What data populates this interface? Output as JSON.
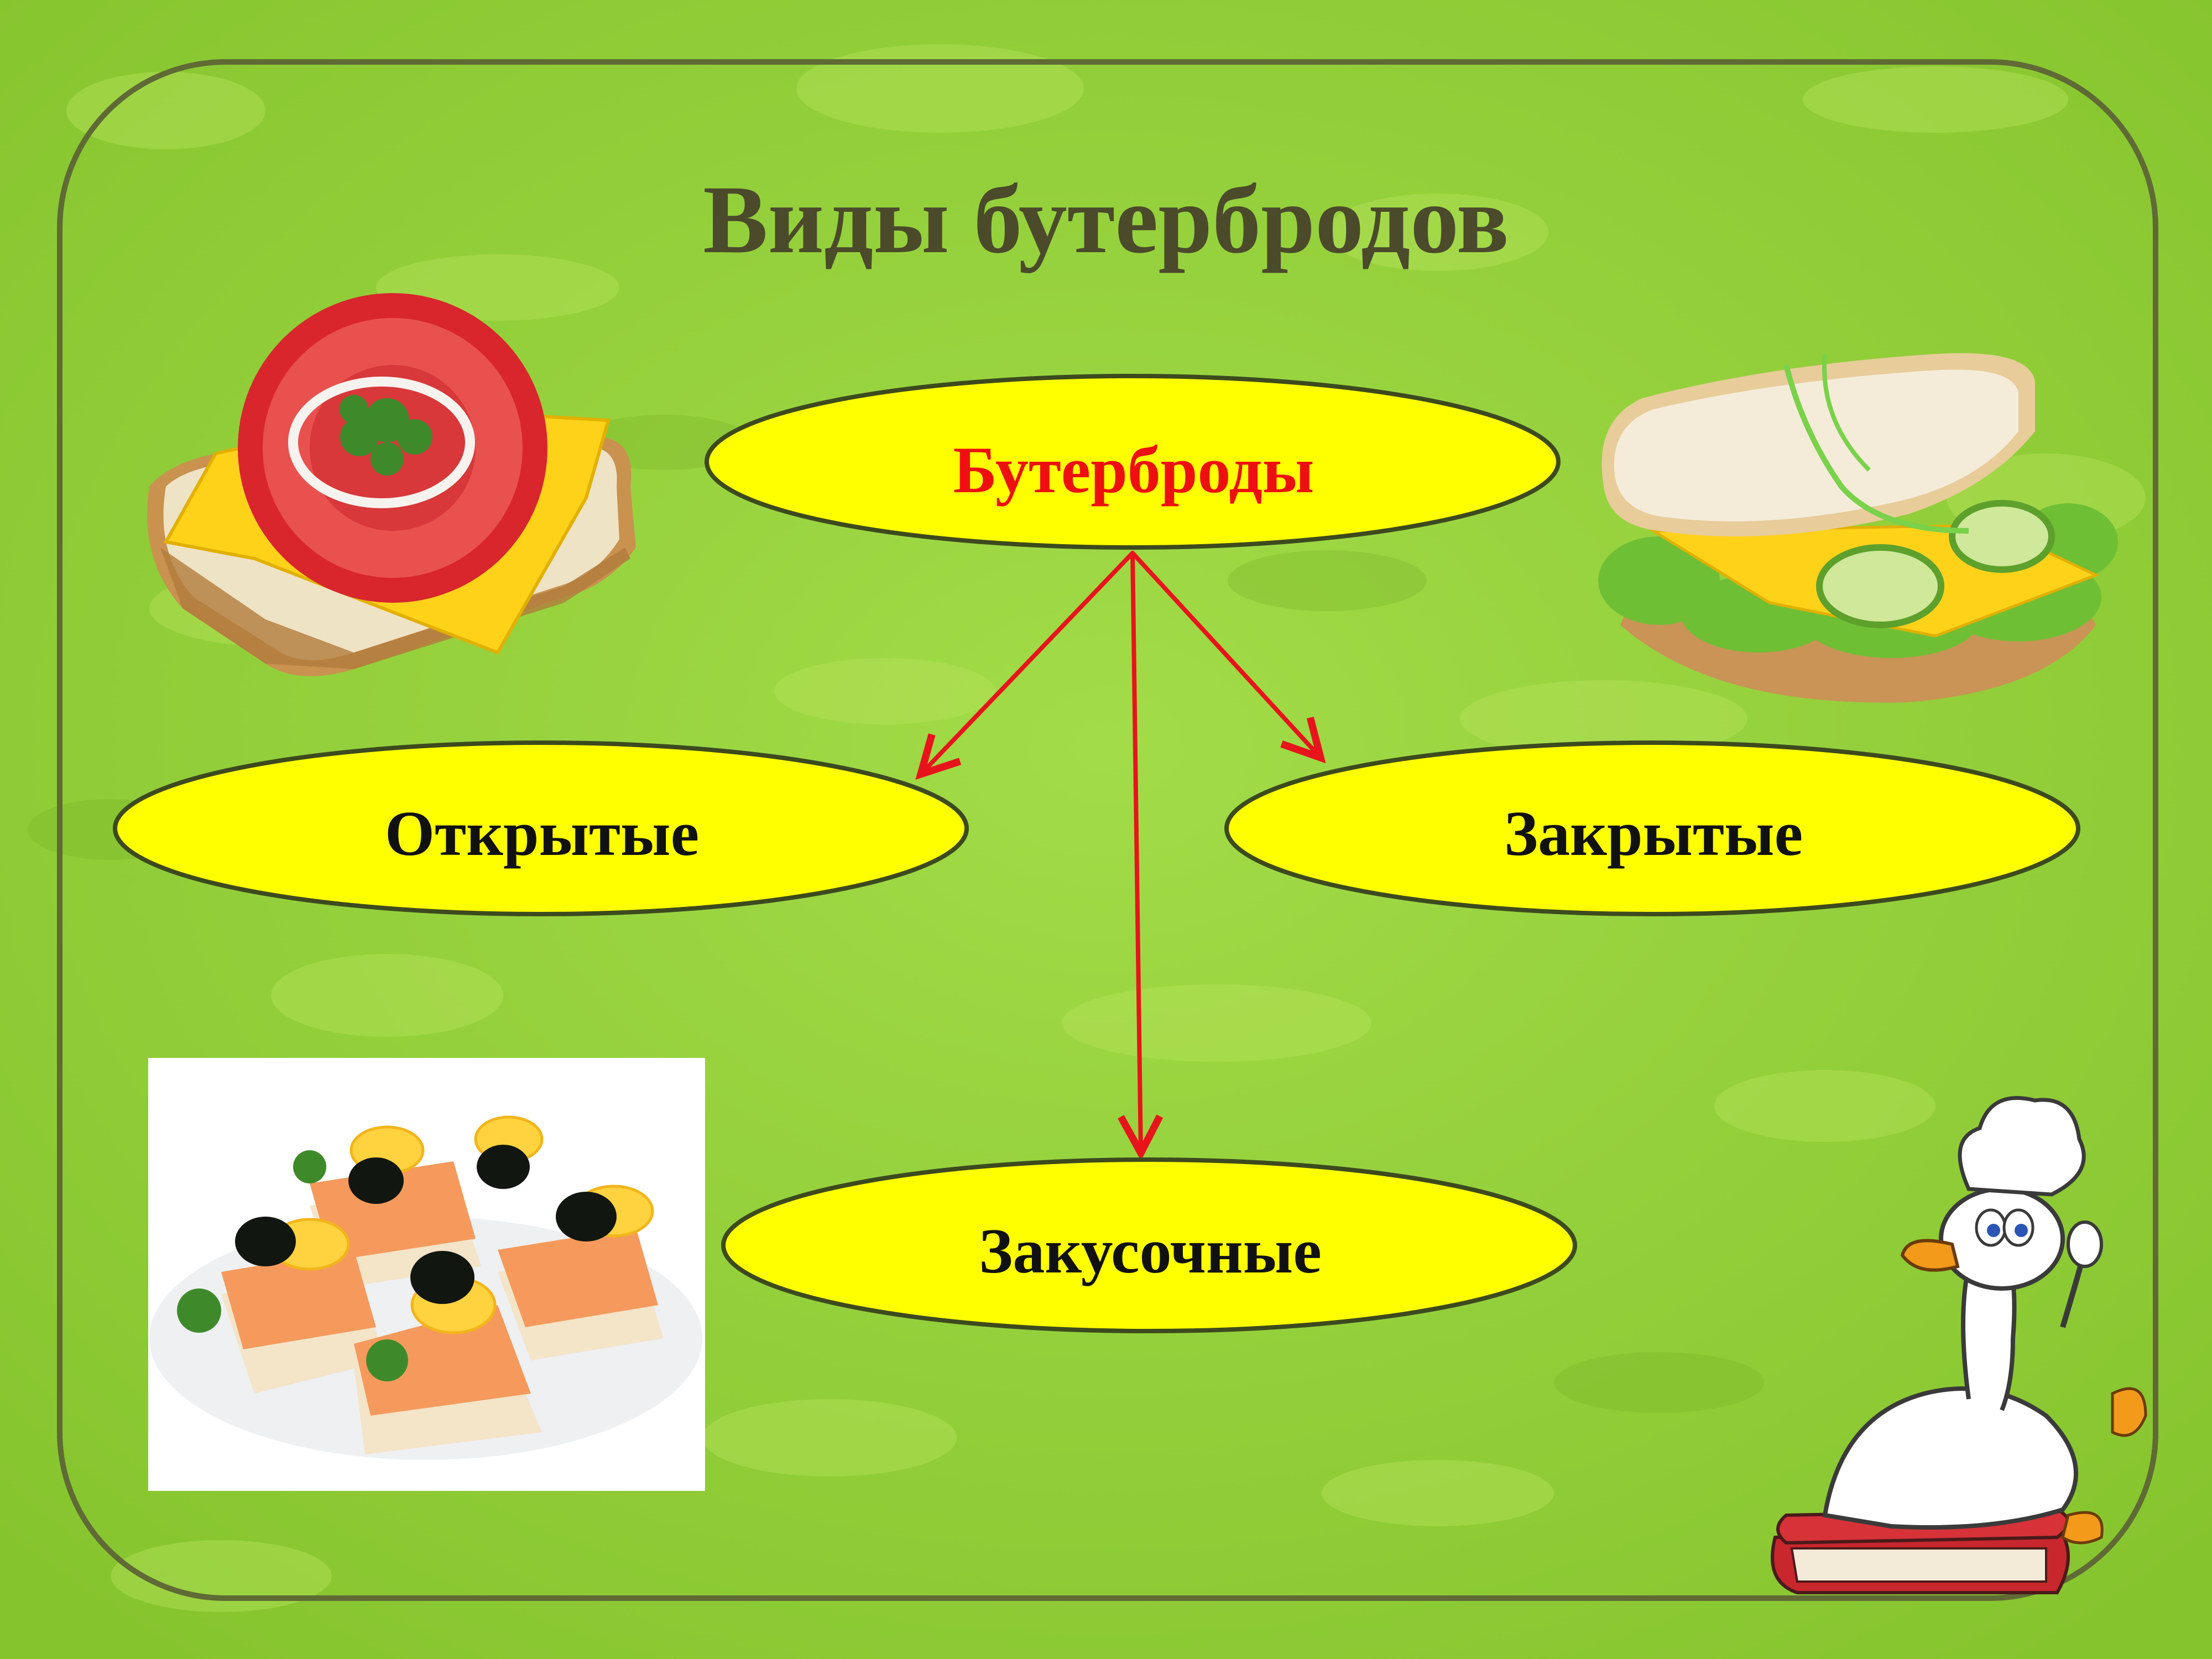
{
  "title": "Виды бутербродов",
  "root": {
    "label": "Бутерброды"
  },
  "branches": [
    {
      "key": "open",
      "label": "Открытые"
    },
    {
      "key": "closed",
      "label": "Закрытые"
    },
    {
      "key": "snack",
      "label": "Закусочные"
    }
  ],
  "colors": {
    "background": "#93d43a",
    "frame": "#5f6a35",
    "ellipse_fill": "#ffff00",
    "ellipse_stroke": "#3d4a1e",
    "arrow": "#e8141c",
    "title_text": "#4b4a2b",
    "root_text": "#ee1010",
    "branch_text": "#111111"
  },
  "illustrations": [
    "open-sandwich-tomato-cheese",
    "closed-sandwich-cheese-cucumber",
    "canapes-salmon-olive",
    "cartoon-chef-goose-on-book"
  ]
}
